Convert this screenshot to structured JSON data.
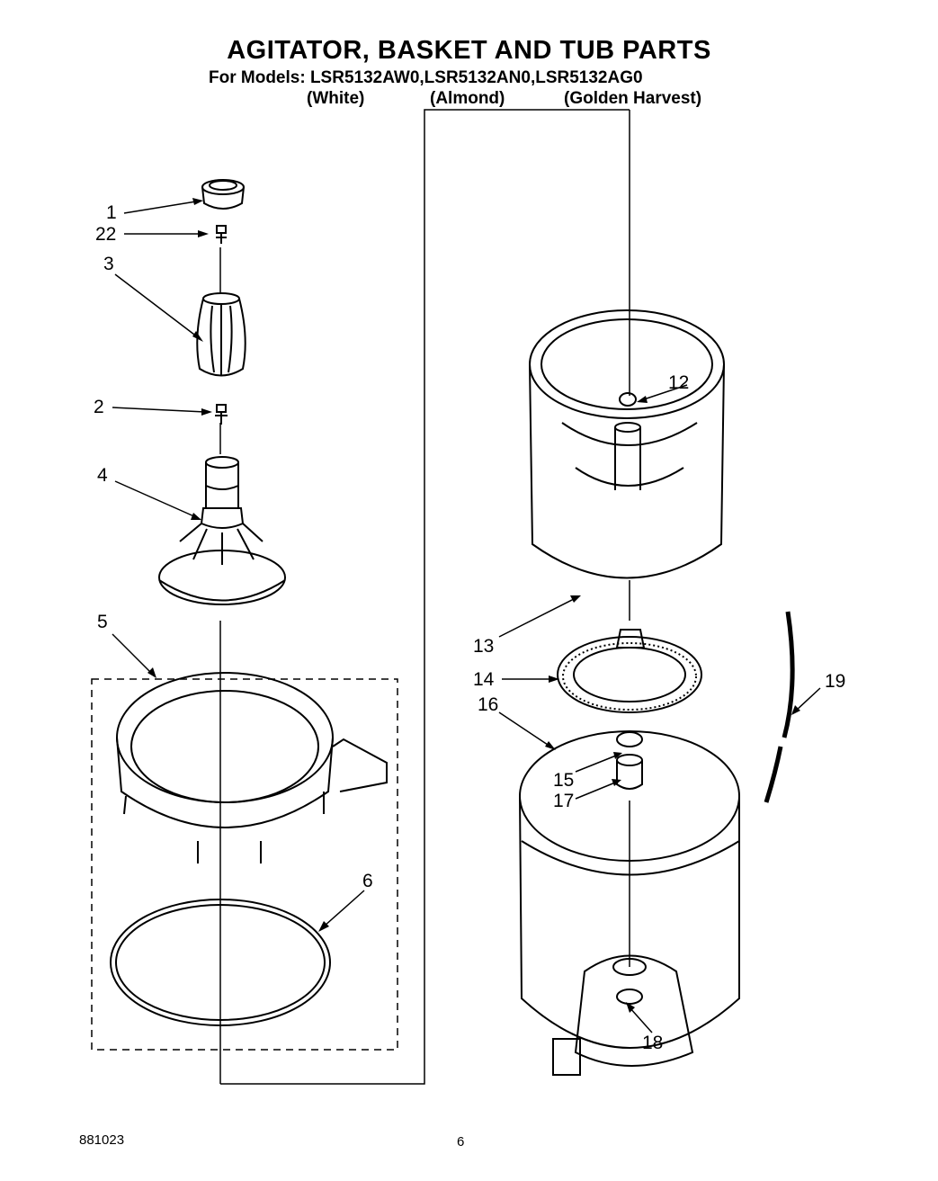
{
  "title": "AGITATOR, BASKET AND TUB PARTS",
  "subtitle": "For Models: LSR5132AW0,LSR5132AN0,LSR5132AG0",
  "colors": [
    "(White)",
    "(Almond)",
    "(Golden Harvest)"
  ],
  "callouts": [
    "1",
    "22",
    "3",
    "2",
    "4",
    "5",
    "6",
    "12",
    "13",
    "14",
    "16",
    "15",
    "17",
    "19",
    "18"
  ],
  "footer": {
    "code": "881023",
    "page": "6"
  }
}
